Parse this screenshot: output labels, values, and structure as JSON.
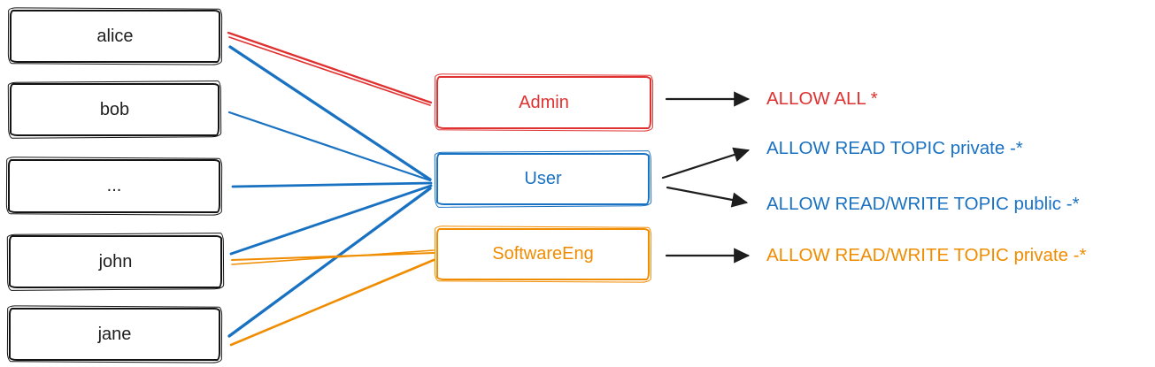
{
  "diagram": {
    "title": "users-to-roles-to-permissions mapping",
    "colors": {
      "admin_red": "#e03131",
      "user_blue": "#1971c2",
      "softwareeng_orange": "#f08c00",
      "ink_black": "#1e1e1e",
      "background": "#ffffff"
    },
    "users": [
      {
        "label": "alice"
      },
      {
        "label": "bob"
      },
      {
        "label": "..."
      },
      {
        "label": "john"
      },
      {
        "label": "jane"
      }
    ],
    "roles": [
      {
        "label": "Admin",
        "color": "#e03131"
      },
      {
        "label": "User",
        "color": "#1971c2"
      },
      {
        "label": "SoftwareEng",
        "color": "#f08c00"
      }
    ],
    "permissions": [
      {
        "text": "ALLOW ALL *",
        "color": "#e03131",
        "role": "Admin"
      },
      {
        "text": "ALLOW READ TOPIC private -*",
        "color": "#1971c2",
        "role": "User"
      },
      {
        "text": "ALLOW READ/WRITE TOPIC public -*",
        "color": "#1971c2",
        "role": "User"
      },
      {
        "text": "ALLOW READ/WRITE TOPIC private -*",
        "color": "#f08c00",
        "role": "SoftwareEng"
      }
    ],
    "edges": [
      {
        "from": "alice",
        "to": "Admin",
        "color": "#e03131"
      },
      {
        "from": "alice",
        "to": "User",
        "color": "#1971c2"
      },
      {
        "from": "bob",
        "to": "User",
        "color": "#1971c2"
      },
      {
        "from": "...",
        "to": "User",
        "color": "#1971c2"
      },
      {
        "from": "john",
        "to": "User",
        "color": "#1971c2"
      },
      {
        "from": "jane",
        "to": "User",
        "color": "#1971c2"
      },
      {
        "from": "john",
        "to": "SoftwareEng",
        "color": "#f08c00"
      },
      {
        "from": "jane",
        "to": "SoftwareEng",
        "color": "#f08c00"
      }
    ],
    "role_permission_arrows": [
      {
        "from": "Admin",
        "to": "ALLOW ALL *"
      },
      {
        "from": "User",
        "to": "ALLOW READ TOPIC private -*"
      },
      {
        "from": "User",
        "to": "ALLOW READ/WRITE TOPIC public -*"
      },
      {
        "from": "SoftwareEng",
        "to": "ALLOW READ/WRITE TOPIC private -*"
      }
    ]
  }
}
